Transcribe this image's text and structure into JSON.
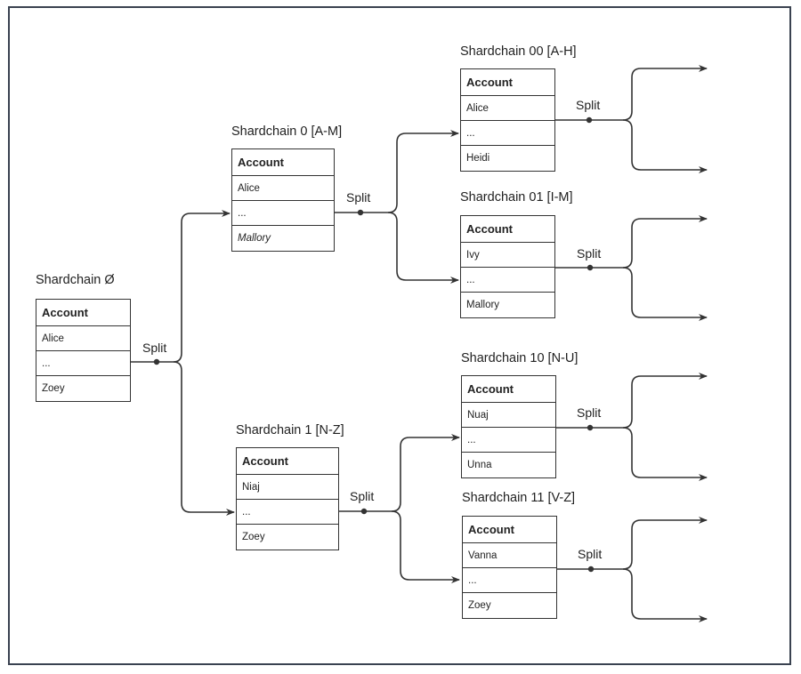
{
  "root": {
    "title": "Shardchain Ø",
    "header": "Account",
    "rows": [
      "Alice",
      "...",
      "Zoey"
    ]
  },
  "level1": [
    {
      "title": "Shardchain 0 [A-M]",
      "header": "Account",
      "rows": [
        "Alice",
        "...",
        "Mallory"
      ],
      "last_italic": true
    },
    {
      "title": "Shardchain 1 [N-Z]",
      "header": "Account",
      "rows": [
        "Niaj",
        "...",
        "Zoey"
      ]
    }
  ],
  "level2": [
    {
      "title": "Shardchain 00 [A-H]",
      "header": "Account",
      "rows": [
        "Alice",
        "...",
        "Heidi"
      ]
    },
    {
      "title": "Shardchain 01 [I-M]",
      "header": "Account",
      "rows": [
        "Ivy",
        "...",
        "Mallory"
      ]
    },
    {
      "title": "Shardchain 10 [N-U]",
      "header": "Account",
      "rows": [
        "Nuaj",
        "...",
        "Unna"
      ]
    },
    {
      "title": "Shardchain 11 [V-Z]",
      "header": "Account",
      "rows": [
        "Vanna",
        "...",
        "Zoey"
      ]
    }
  ],
  "split_label": "Split",
  "colors": {
    "line": "#333333",
    "border": "#3a4250"
  }
}
